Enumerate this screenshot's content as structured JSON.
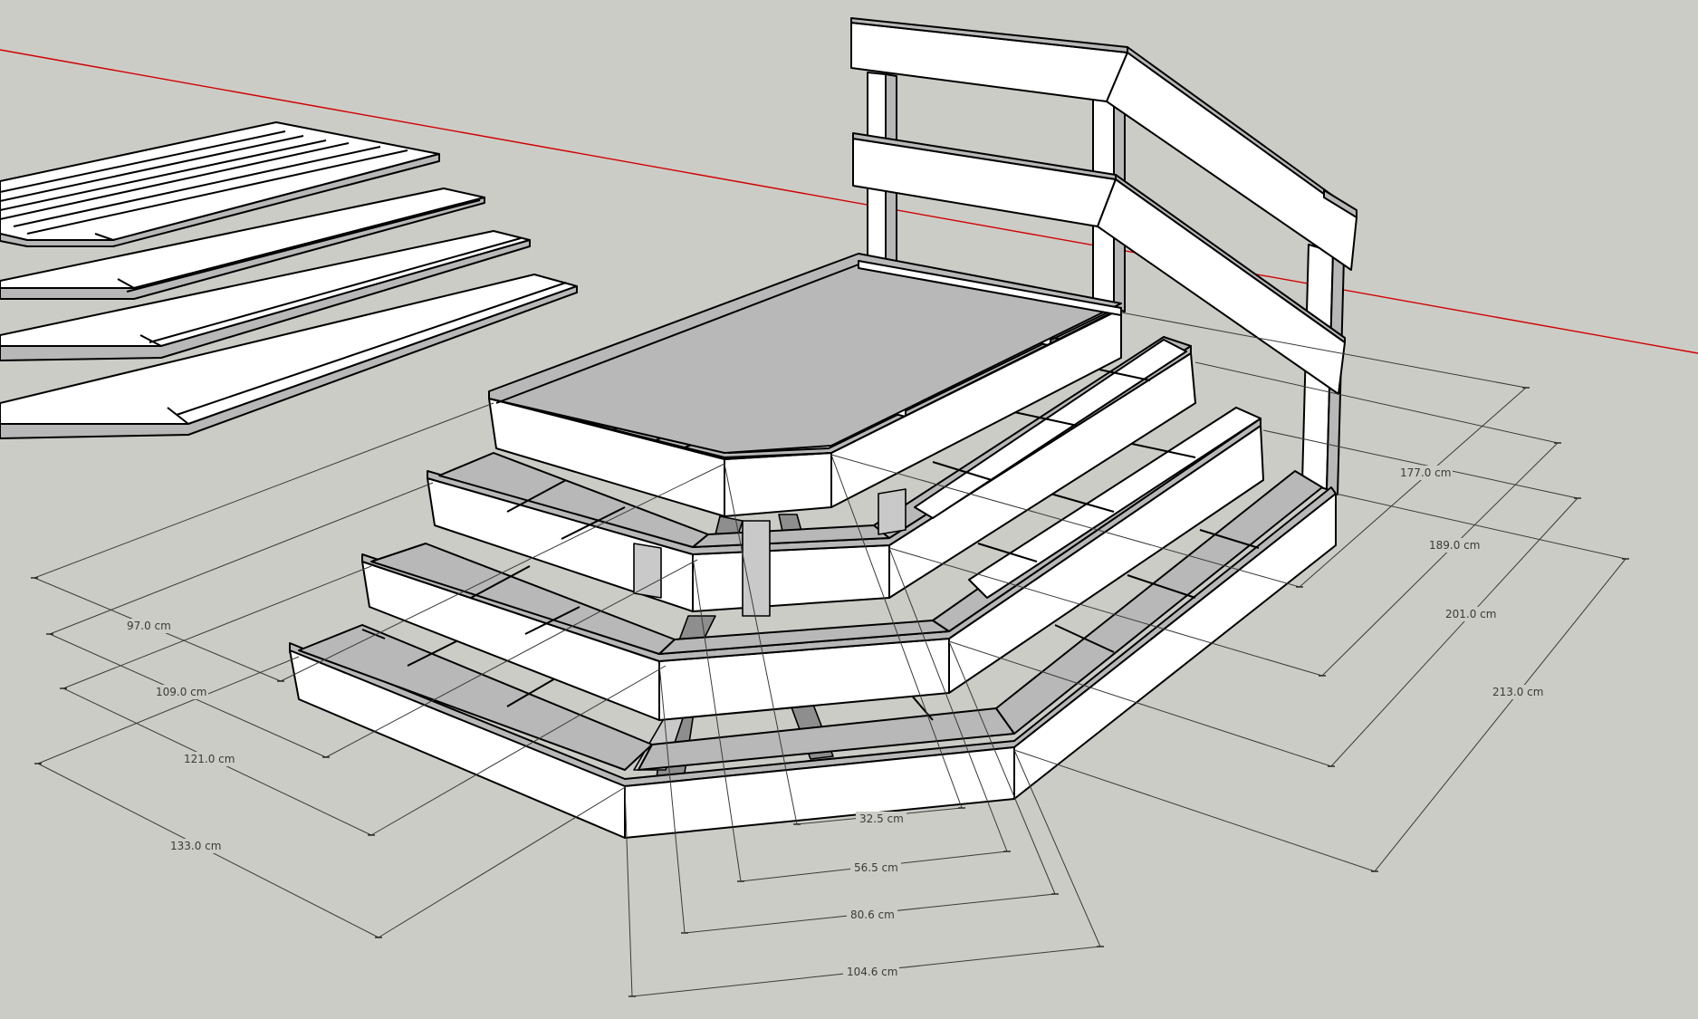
{
  "model": {
    "axis_color": "#d00000",
    "wood_top_color": "#ffffff",
    "wood_side_color": "#b8b8b8",
    "background_color": "#ccccc6"
  },
  "dimensions": {
    "left_run": [
      "97.0 cm",
      "109.0 cm",
      "121.0 cm",
      "133.0 cm"
    ],
    "right_run": [
      "177.0 cm",
      "189.0 cm",
      "201.0 cm",
      "213.0 cm"
    ],
    "front_width": [
      "32.5 cm",
      "56.5 cm",
      "80.6 cm",
      "104.6 cm"
    ]
  }
}
